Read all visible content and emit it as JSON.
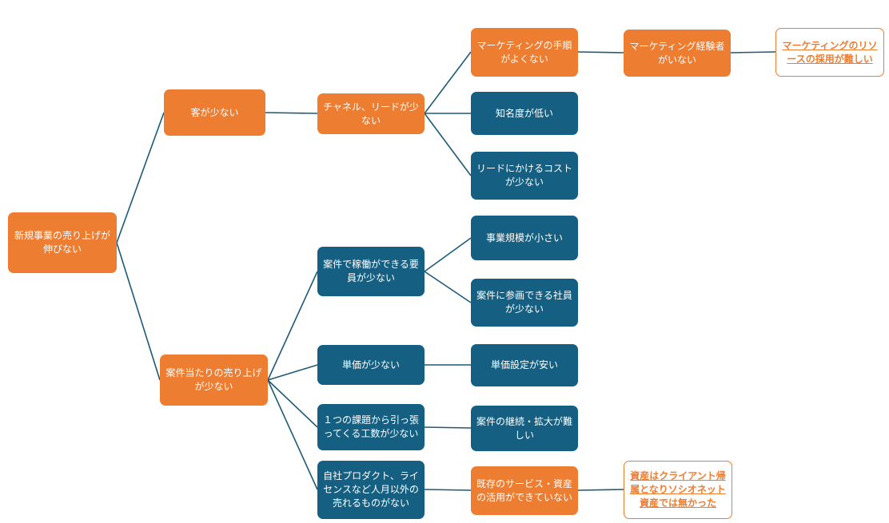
{
  "colors": {
    "orange": "#ED7D31",
    "teal": "#156082",
    "connector": "#1C5A77",
    "background": "#FFFFFF"
  },
  "diagram_type": "logic-tree",
  "nodes": {
    "root": {
      "label": "新規事業の売り上げが伸びない",
      "style": "orange"
    },
    "few_customers": {
      "label": "客が少ない",
      "style": "orange"
    },
    "few_channels_leads": {
      "label": "チャネル、リードが少ない",
      "style": "orange"
    },
    "bad_marketing_process": {
      "label": "マーケティングの手順がよくない",
      "style": "orange"
    },
    "no_marketing_experts": {
      "label": "マーケティング経験者がいない",
      "style": "orange"
    },
    "marketing_hiring_difficult": {
      "label": "マーケティングのリソースの採用が難しい",
      "style": "outline"
    },
    "low_awareness": {
      "label": "知名度が低い",
      "style": "teal"
    },
    "low_lead_cost": {
      "label": "リードにかけるコストが少ない",
      "style": "teal"
    },
    "few_available_staff": {
      "label": "案件で稼働ができる要員が少ない",
      "style": "teal"
    },
    "small_business_scale": {
      "label": "事業規模が小さい",
      "style": "teal"
    },
    "few_participating_employees": {
      "label": "案件に参画できる社員が少ない",
      "style": "teal"
    },
    "low_sales_per_project": {
      "label": "案件当たりの売り上げが少ない",
      "style": "orange"
    },
    "low_unit_price": {
      "label": "単価が少ない",
      "style": "teal"
    },
    "cheap_unit_pricing": {
      "label": "単価設定が安い",
      "style": "teal"
    },
    "few_manhours_per_issue": {
      "label": "１つの課題から引っ張ってくる工数が少ない",
      "style": "teal"
    },
    "hard_to_continue_expand": {
      "label": "案件の継続・拡大が難しい",
      "style": "teal"
    },
    "nothing_sellable_besides_manmonths": {
      "label": "自社プロダクト、ライセンスなど人月以外の売れるものがない",
      "style": "teal"
    },
    "existing_assets_not_utilized": {
      "label": "既存のサービス・資産の活用ができていない",
      "style": "orange"
    },
    "assets_client_owned": {
      "label": "資産はクライアント帰属となりソシオネット資産では無かった",
      "style": "outline"
    }
  }
}
